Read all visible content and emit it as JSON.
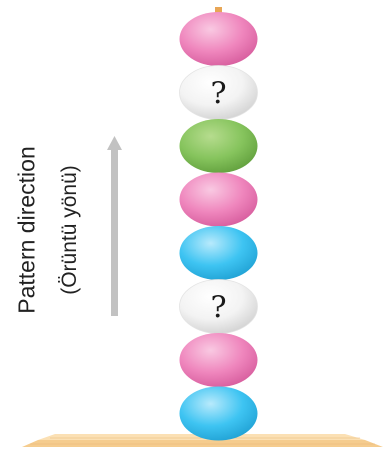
{
  "labels": {
    "direction": "Pattern direction",
    "direction_translation": "(Örüntü yönü)"
  },
  "beads": [
    {
      "color": "pink",
      "text": ""
    },
    {
      "color": "white",
      "text": "?"
    },
    {
      "color": "green",
      "text": ""
    },
    {
      "color": "pink",
      "text": ""
    },
    {
      "color": "blue",
      "text": ""
    },
    {
      "color": "white",
      "text": "?"
    },
    {
      "color": "pink",
      "text": ""
    },
    {
      "color": "blue",
      "text": ""
    }
  ],
  "palette": {
    "pink": {
      "light": "#f9c9e2",
      "mid": "#ef86bd",
      "dark": "#d55a9b"
    },
    "white": {
      "light": "#ffffff",
      "mid": "#f3f3f3",
      "dark": "#cfcfcf"
    },
    "green": {
      "light": "#b6dc8e",
      "mid": "#86c45d",
      "dark": "#5f9d3b"
    },
    "blue": {
      "light": "#b8eafc",
      "mid": "#3ec4f2",
      "dark": "#1e9fd2"
    },
    "stick": "#e8a656",
    "base": "#f5cc8e",
    "arrow": "#c2c2c2"
  },
  "icons": {
    "arrow": "up-arrow-icon"
  }
}
